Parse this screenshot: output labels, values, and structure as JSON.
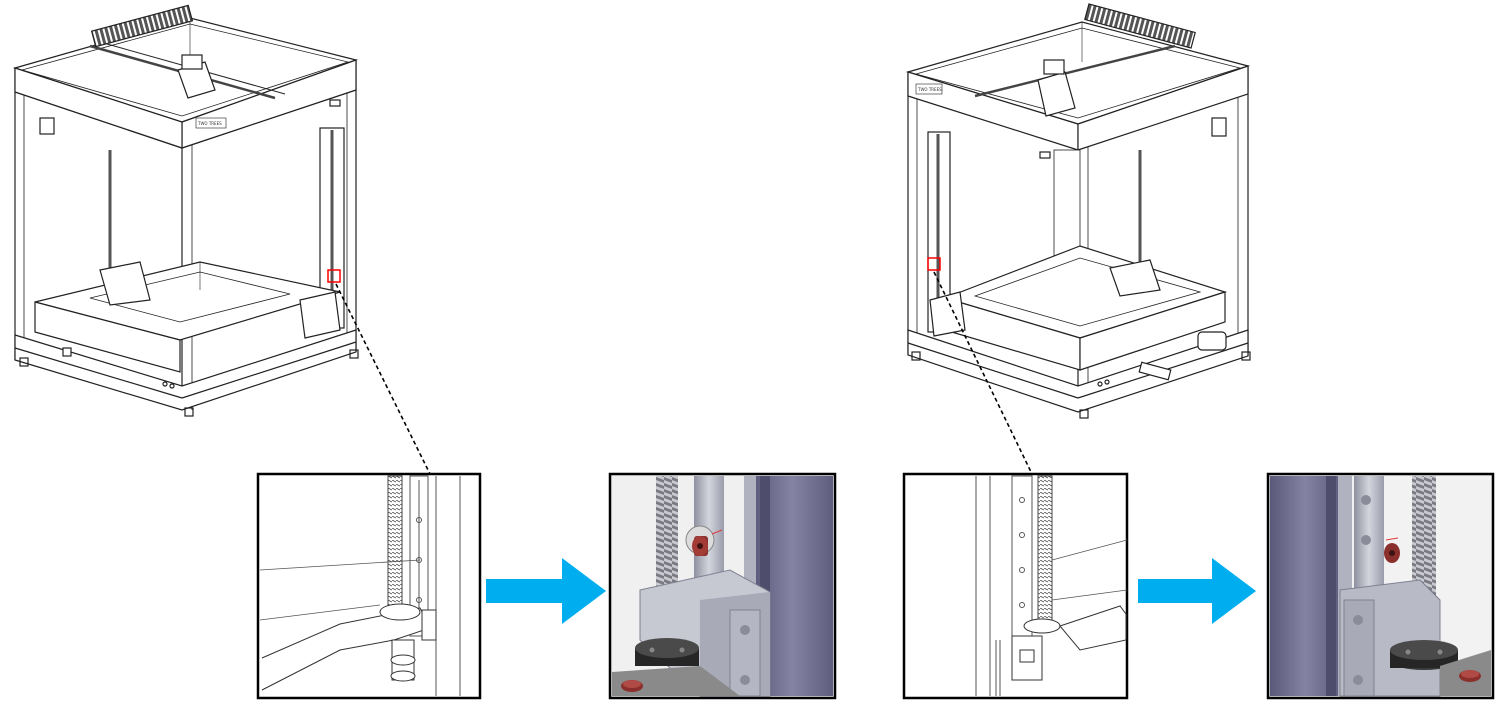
{
  "figure": {
    "left_printer": {
      "badge_text": "TWO TREES",
      "icon": "printer-frame-icon"
    },
    "right_printer": {
      "badge_text": "TWO TREES",
      "icon": "printer-frame-icon"
    },
    "colors": {
      "arrow": "#00aeef",
      "callout_box": "#ff0000",
      "line": "#000000",
      "metal": "#b9bcc6",
      "panel_purple": "#6c6b8c",
      "screw_red": "#8a2f2c"
    },
    "steps": [
      {
        "id": "left-before",
        "icon": "lead-screw-detail-icon"
      },
      {
        "id": "left-after",
        "icon": "lead-screw-photo-icon"
      },
      {
        "id": "right-before",
        "icon": "lead-screw-detail-icon"
      },
      {
        "id": "right-after",
        "icon": "lead-screw-photo-icon"
      }
    ],
    "arrows": [
      {
        "icon": "arrow-right-icon"
      },
      {
        "icon": "arrow-right-icon"
      }
    ]
  }
}
